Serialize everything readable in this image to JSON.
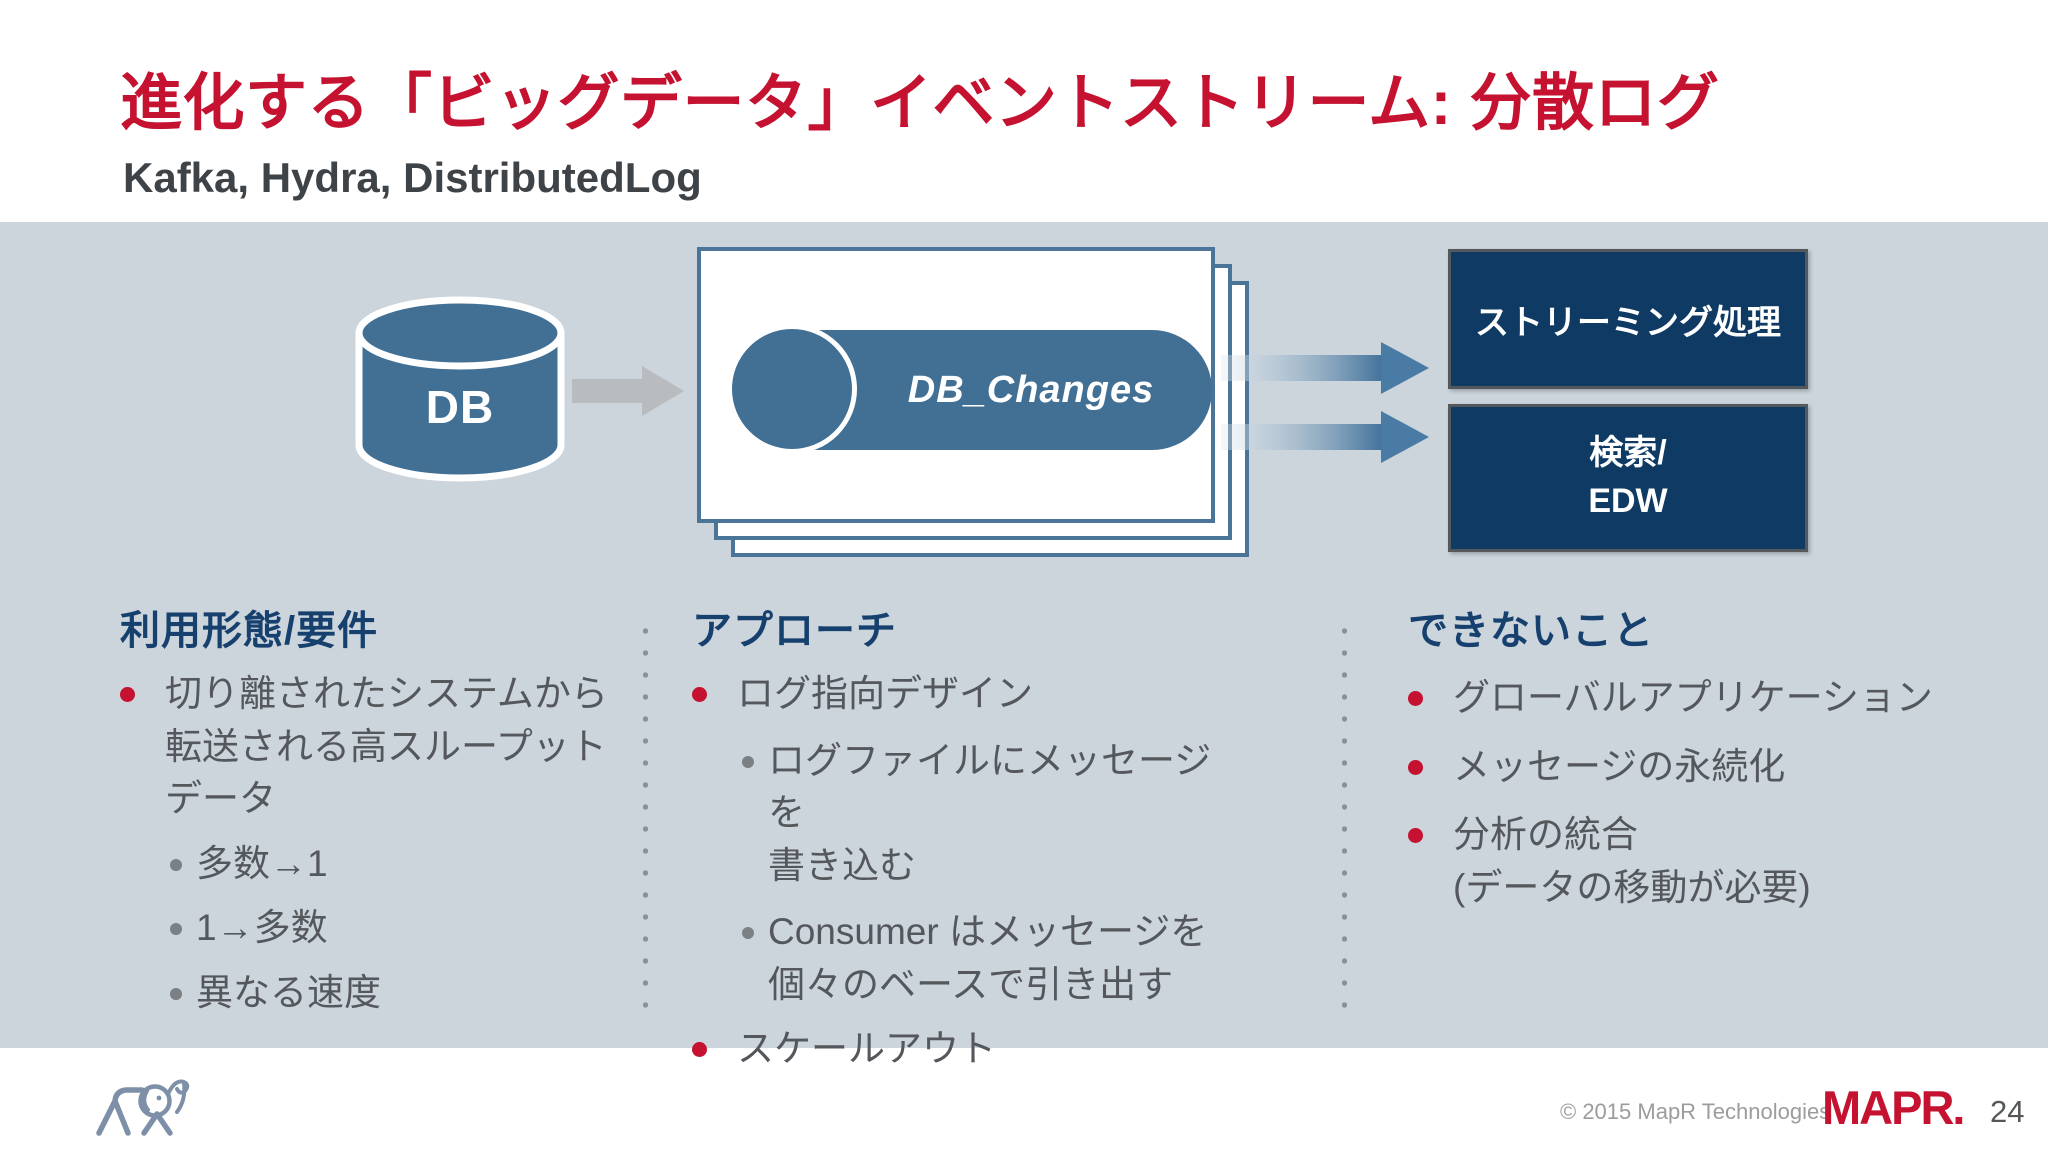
{
  "slide": {
    "title": "進化する「ビッグデータ」イベントストリーム: 分散ログ",
    "subtitle": "Kafka, Hydra, DistributedLog"
  },
  "diagram": {
    "source": {
      "label": "DB"
    },
    "stream": {
      "label": "DB_Changes"
    },
    "targets": [
      {
        "label": "ストリーミング処理"
      },
      {
        "label": "検索/\nEDW"
      }
    ]
  },
  "columns": [
    {
      "heading": "利用形態/要件",
      "items": [
        {
          "level": 1,
          "text": "切り離されたシステムから\n転送される高スループット\nデータ"
        },
        {
          "level": 2,
          "text": "多数→1"
        },
        {
          "level": 2,
          "text": "1→多数"
        },
        {
          "level": 2,
          "text": "異なる速度"
        }
      ]
    },
    {
      "heading": "アプローチ",
      "items": [
        {
          "level": 1,
          "text": "ログ指向デザイン"
        },
        {
          "level": 2,
          "text": "ログファイルにメッセージを\n書き込む"
        },
        {
          "level": 2,
          "text": "Consumer はメッセージを\n個々のベースで引き出す"
        },
        {
          "level": 1,
          "text": "スケールアウト"
        }
      ]
    },
    {
      "heading": "できないこと",
      "items": [
        {
          "level": 1,
          "text": "グローバルアプリケーション"
        },
        {
          "level": 1,
          "text": "メッセージの永続化"
        },
        {
          "level": 1,
          "text": "分析の統合\n(データの移動が必要)"
        }
      ]
    }
  ],
  "footer": {
    "copyright": "© 2015 MapR Technologies",
    "brand": "MAPR.",
    "page_number": "24"
  },
  "icons": {
    "database": "db-cylinder",
    "flow_arrow": "gray-right-arrow",
    "stream_arrows": "blue-gradient-right-arrow",
    "brand_mark": "elephant-outline"
  },
  "colors": {
    "accent_red": "#c41230",
    "steel_blue": "#427095",
    "navy_box": "#0e3a63",
    "heading_navy": "#16406d",
    "band_background": "#ccd4dc",
    "body_text": "#54585c",
    "sub_bullet_gray": "#7b8085"
  }
}
